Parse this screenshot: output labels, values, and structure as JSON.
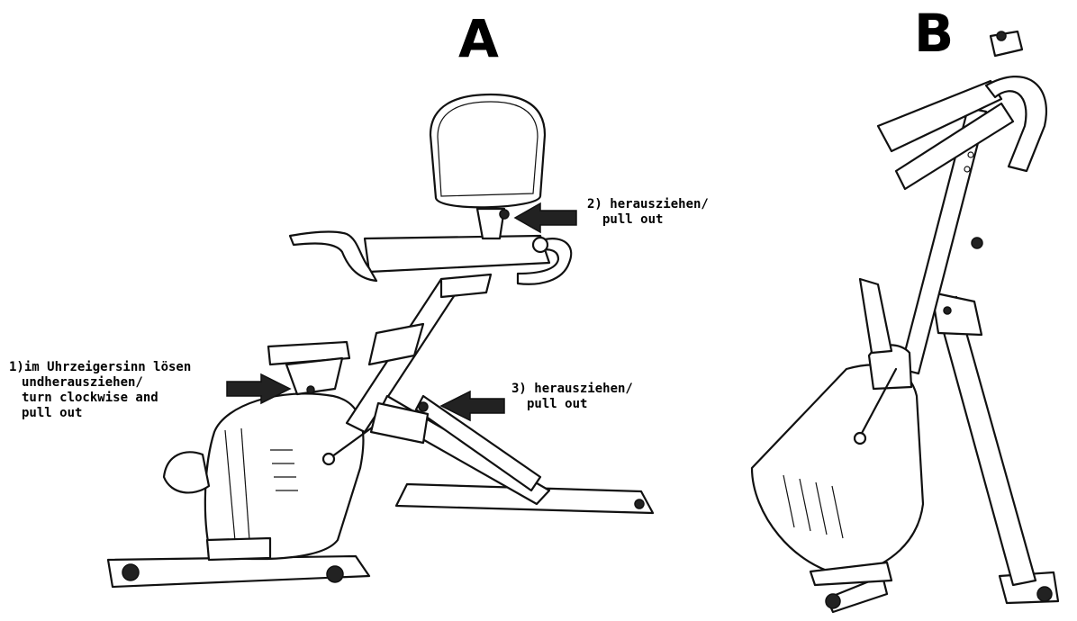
{
  "panels": {
    "a_label": "A",
    "b_label": "B"
  },
  "callouts": {
    "step1": {
      "line1": "1)im Uhrzeigersinn lösen",
      "line2": "undherausziehen/",
      "line3": "turn clockwise and",
      "line4": "pull out"
    },
    "step2": {
      "line1": "2) herausziehen/",
      "line2": "pull out"
    },
    "step3": {
      "line1": "3) herausziehen/",
      "line2": "pull out"
    }
  },
  "icons": [
    "arrow-right-icon",
    "exercise-bike-icon",
    "folded-bike-icon"
  ]
}
